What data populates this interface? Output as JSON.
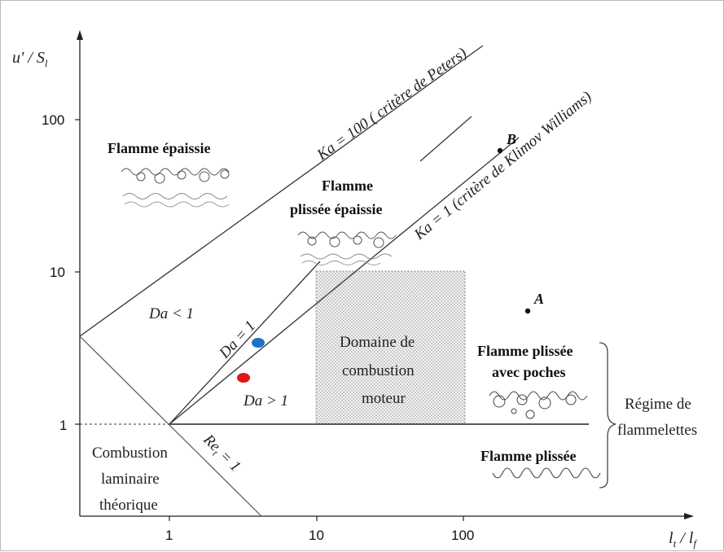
{
  "axes": {
    "y_label_main": "u' / S",
    "y_label_sub": "l",
    "x_label_main": "l",
    "x_label_sub_t": "t",
    "x_label_slash": " / l",
    "x_label_sub_f": "f",
    "x_ticks": [
      "1",
      "10",
      "100"
    ],
    "y_ticks": [
      "1",
      "10",
      "100"
    ],
    "scale": "log-log"
  },
  "lines": {
    "ka100": "Ka = 100 ( critère de Peters)",
    "ka1": "Ka = 1 (critère de Klimov Williams)",
    "da1": "Da = 1",
    "ret1": "Re",
    "ret1_sub": "t",
    "ret1_eq": " = 1"
  },
  "regions": {
    "flamme_epaissie": "Flamme épaissie",
    "flamme_plissee_epaissie_1": "Flamme",
    "flamme_plissee_epaissie_2": "plissée épaissie",
    "da_lt_1": "Da < 1",
    "da_gt_1": "Da > 1",
    "domaine_1": "Domaine de",
    "domaine_2": "combustion",
    "domaine_3": "moteur",
    "poches_1": "Flamme plissée",
    "poches_2": "avec poches",
    "plissee": "Flamme plissée",
    "laminaire_1": "Combustion",
    "laminaire_2": "laminaire",
    "laminaire_3": "théorique",
    "regime_1": "Régime de",
    "regime_2": "flammelettes"
  },
  "points": [
    {
      "name": "B",
      "label": "B"
    },
    {
      "name": "A",
      "label": "A"
    }
  ],
  "markers": [
    {
      "name": "blue-marker",
      "color": "#1f6fc4"
    },
    {
      "name": "red-marker",
      "color": "#e01818"
    }
  ]
}
